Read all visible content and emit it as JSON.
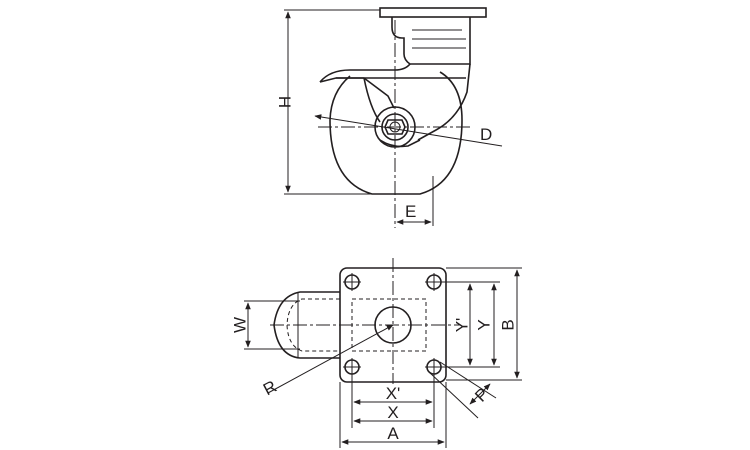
{
  "labels": {
    "H": "H",
    "D": "D",
    "E": "E",
    "W": "W",
    "R": "R",
    "P": "P",
    "X_prime": "X'",
    "X": "X",
    "A": "A",
    "Y_prime": "Y'",
    "Y": "Y",
    "B": "B"
  },
  "colors": {
    "line": "#231f20",
    "background": "#ffffff"
  }
}
